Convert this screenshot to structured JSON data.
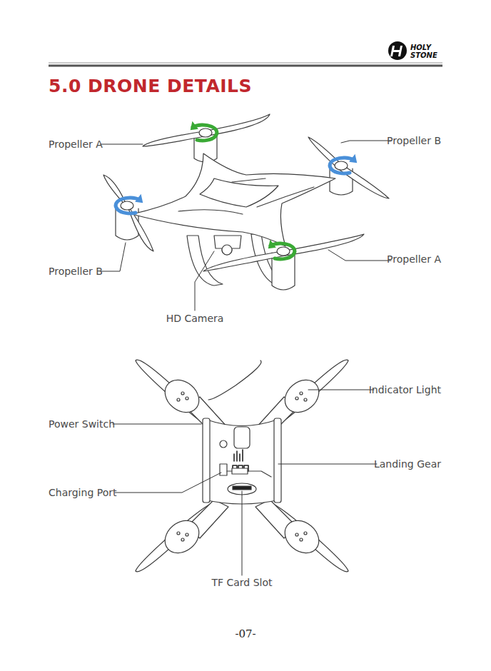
{
  "diagram": {
    "title": "5.0 DRONE DETAILS",
    "labels": [
      "HOLY",
      "STONE",
      "Propeller A",
      "Propeller B",
      "Propeller B",
      "Propeller A",
      "HD Camera",
      "Indicator Light",
      "Power Switch",
      "Landing Gear",
      "Charging Port",
      "TF Card Slot",
      "-07-"
    ]
  }
}
